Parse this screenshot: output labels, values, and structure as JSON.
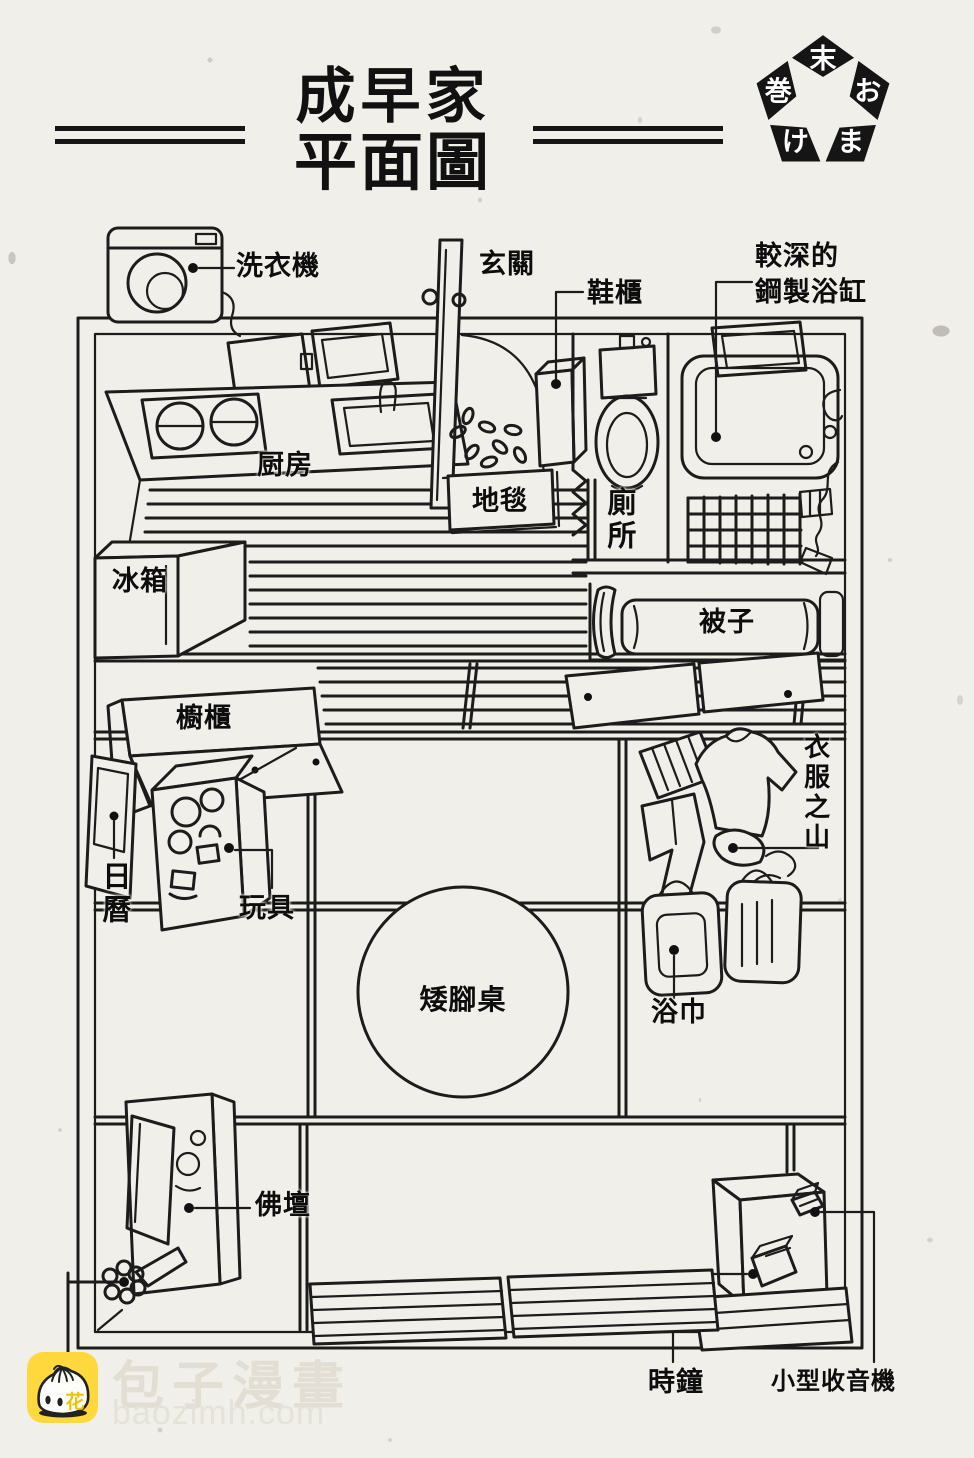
{
  "page_title": {
    "line1": "成早家",
    "line2": "平面圖"
  },
  "badge": {
    "top": "末",
    "right": "お",
    "bottom_right": "ま",
    "bottom_left": "け",
    "left": "巻"
  },
  "labels": {
    "washing_machine": "洗衣機",
    "entrance": "玄關",
    "shoe_cabinet": "鞋櫃",
    "bathtub_line1": "較深的",
    "bathtub_line2": "鋼製浴缸",
    "kitchen": "厨房",
    "carpet": "地毯",
    "toilet": "廁所",
    "fridge": "冰箱",
    "quilt": "被子",
    "cupboard": "櫥櫃",
    "calendar": "日曆",
    "toys": "玩具",
    "clothes_mountain": "衣服之山",
    "low_table": "矮腳桌",
    "bath_towel": "浴巾",
    "altar": "佛壇",
    "clock": "時鐘",
    "radio": "小型收音機"
  },
  "watermark": {
    "site_name": "包子漫畫",
    "site_url": "baozimh.com",
    "logo_char": "花"
  },
  "colors": {
    "ink": "#1c1c1c",
    "paper": "#f1efe9",
    "watermark_yellow": "#ffd83d"
  }
}
